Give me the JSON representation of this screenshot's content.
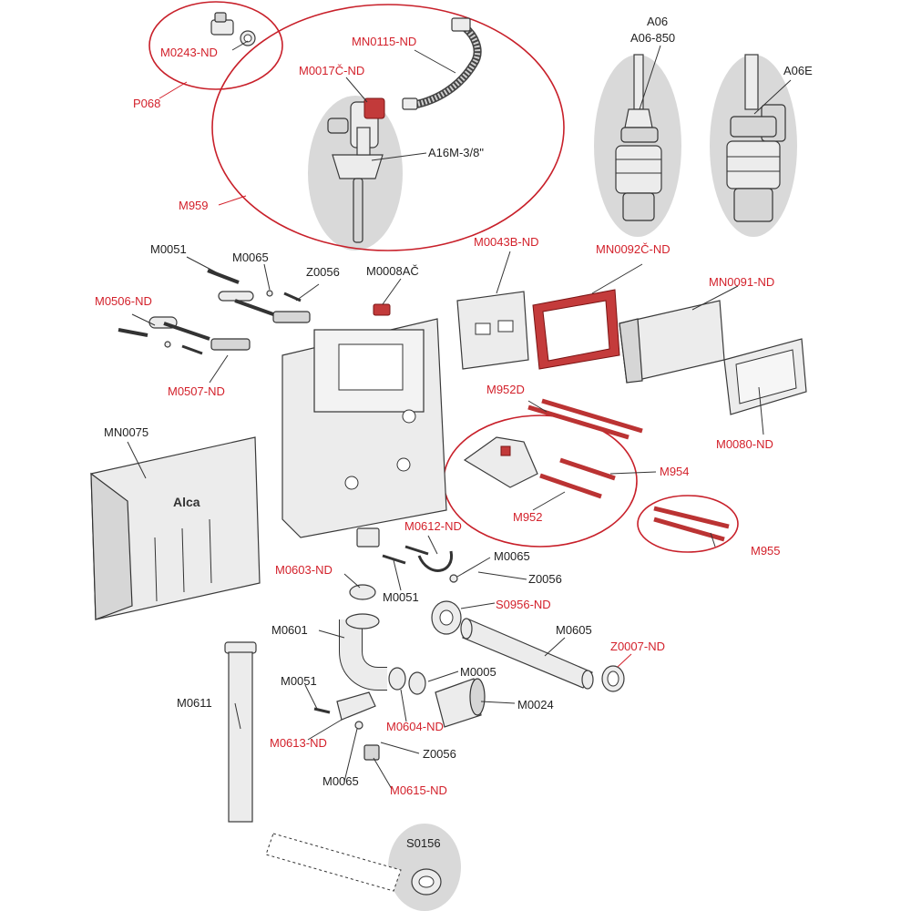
{
  "brand": "Alca",
  "labels": {
    "M0243_ND": "M0243-ND",
    "P068": "P068",
    "MN0115_ND": "MN0115-ND",
    "M0017C_ND": "M0017Č-ND",
    "A16M": "A16M-3/8\"",
    "M959": "M959",
    "A06": "A06",
    "A06_850": "A06-850",
    "A06E": "A06E",
    "M0051_a": "M0051",
    "M0065_a": "M0065",
    "Z0056_a": "Z0056",
    "M0008AC": "M0008AČ",
    "M0506_ND": "M0506-ND",
    "M0507_ND": "M0507-ND",
    "M0043B_ND": "M0043B-ND",
    "MN0092C_ND": "MN0092Č-ND",
    "MN0091_ND": "MN0091-ND",
    "M952D": "M952D",
    "M0080_ND": "M0080-ND",
    "MN0075": "MN0075",
    "M954": "M954",
    "M952": "M952",
    "M955": "M955",
    "M0612_ND": "M0612-ND",
    "M0065_b": "M0065",
    "Z0056_b": "Z0056",
    "M0603_ND": "M0603-ND",
    "M0051_b": "M0051",
    "S0956_ND": "S0956-ND",
    "M0601": "M0601",
    "M0605": "M0605",
    "Z0007_ND": "Z0007-ND",
    "M0005": "M0005",
    "M0051_c": "M0051",
    "M0024": "M0024",
    "M0611": "M0611",
    "M0604_ND": "M0604-ND",
    "M0613_ND": "M0613-ND",
    "Z0056_c": "Z0056",
    "M0065_c": "M0065",
    "M0615_ND": "M0615-ND",
    "S0156": "S0156"
  }
}
